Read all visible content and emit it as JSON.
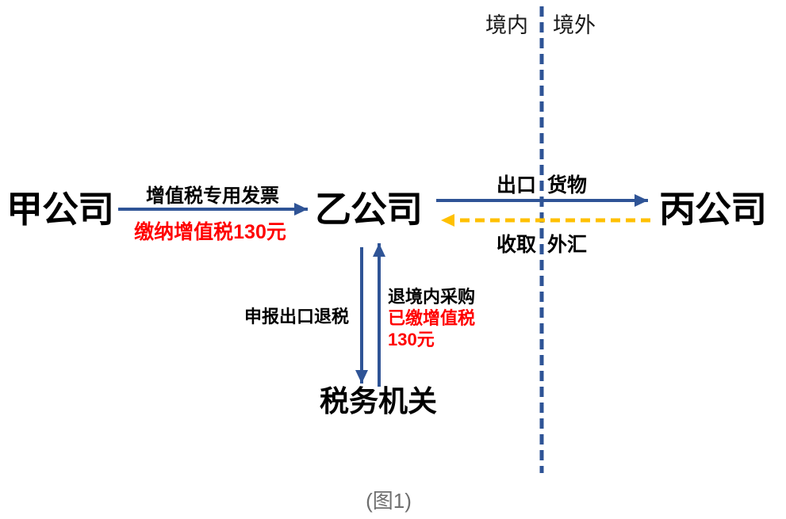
{
  "diagram": {
    "caption": "(图1)",
    "regions": {
      "domestic": "境内",
      "overseas": "境外"
    },
    "nodes": {
      "company_a": "甲公司",
      "company_b": "乙公司",
      "company_c": "丙公司",
      "tax_authority": "税务机关"
    },
    "flows": {
      "invoice": {
        "label": "增值税专用发票",
        "sublabel": "缴纳增值税130元"
      },
      "export_goods": {
        "left": "出口",
        "right": "货物"
      },
      "receive_forex": {
        "left": "收取",
        "right": "外汇"
      },
      "declare_refund": {
        "label": "申报出口退税"
      },
      "refund": {
        "line1": "退境内采购",
        "line2": "已缴增值税",
        "line3": "130元"
      }
    },
    "colors": {
      "arrow_blue": "#2F5496",
      "arrow_yellow": "#FFC000",
      "highlight_red": "#FF0000",
      "caption_gray": "#6F6F6F"
    }
  }
}
